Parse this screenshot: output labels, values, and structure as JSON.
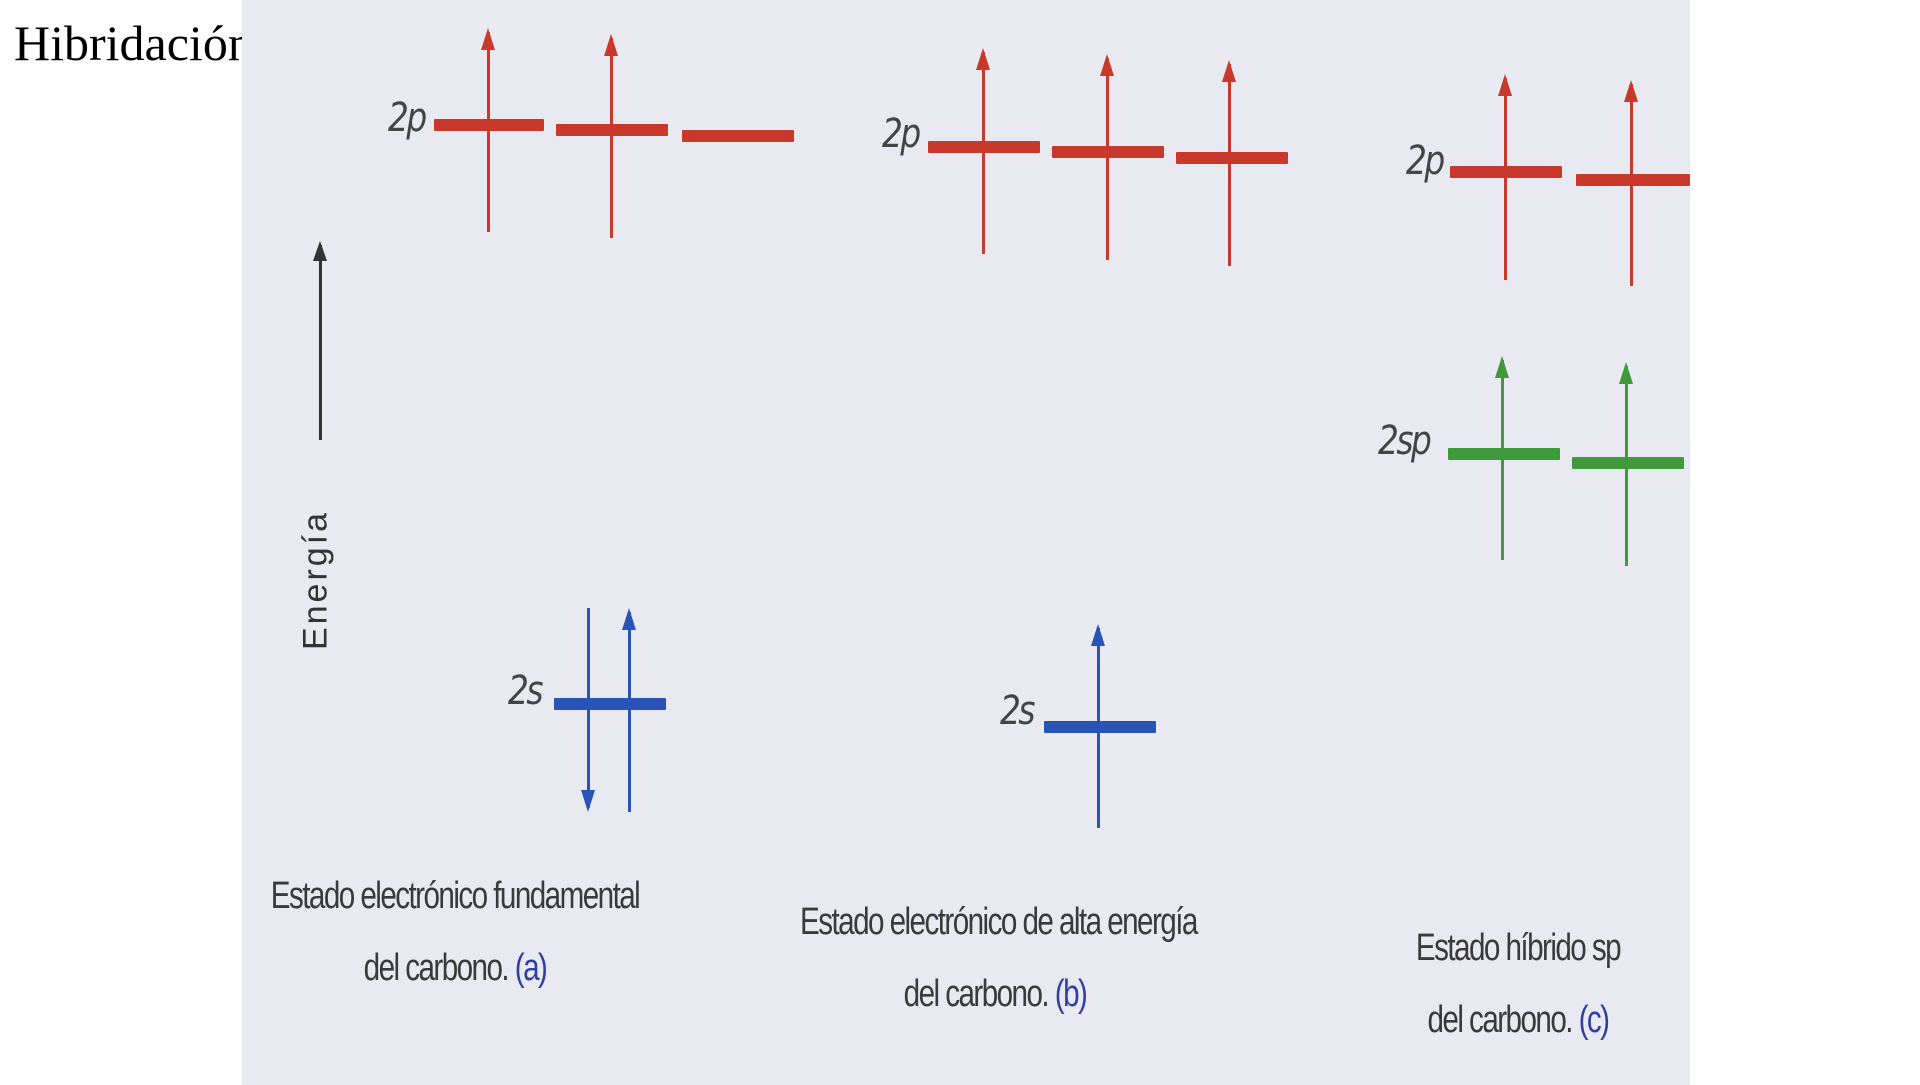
{
  "title": "Hibridación sp",
  "axis": {
    "label": "Energía"
  },
  "diagrams": [
    {
      "id": "a",
      "levels": [
        {
          "label": "2p",
          "orbitals": [
            {
              "electrons": [
                "up"
              ]
            },
            {
              "electrons": [
                "up"
              ]
            },
            {
              "electrons": []
            }
          ]
        },
        {
          "label": "2s",
          "orbitals": [
            {
              "electrons": [
                "down",
                "up"
              ]
            }
          ]
        }
      ],
      "caption": {
        "line1": "Estado electrónico fundamental",
        "line2": "del carbono.",
        "tag": "(a)"
      }
    },
    {
      "id": "b",
      "levels": [
        {
          "label": "2p",
          "orbitals": [
            {
              "electrons": [
                "up"
              ]
            },
            {
              "electrons": [
                "up"
              ]
            },
            {
              "electrons": [
                "up"
              ]
            }
          ]
        },
        {
          "label": "2s",
          "orbitals": [
            {
              "electrons": [
                "up"
              ]
            }
          ]
        }
      ],
      "caption": {
        "line1": "Estado electrónico de alta energía",
        "line2": "del carbono.",
        "tag": "(b)"
      }
    },
    {
      "id": "c",
      "levels": [
        {
          "label": "2p",
          "orbitals": [
            {
              "electrons": [
                "up"
              ]
            },
            {
              "electrons": [
                "up"
              ]
            }
          ]
        },
        {
          "label": "2sp",
          "orbitals": [
            {
              "electrons": [
                "up"
              ]
            },
            {
              "electrons": [
                "up"
              ]
            }
          ]
        }
      ],
      "caption": {
        "line1": "Estado híbrido sp",
        "line2": "del carbono.",
        "tag": "(c)"
      }
    }
  ],
  "colors": {
    "p_orbital": "#c9392b",
    "s_orbital": "#2a53b8",
    "sp_orbital": "#3f9a3a",
    "caption_tag": "#2f3fa5"
  }
}
